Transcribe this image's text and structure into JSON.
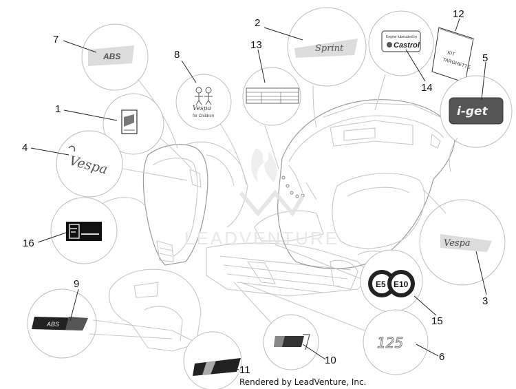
{
  "callouts": [
    {
      "id": "1",
      "label": "1"
    },
    {
      "id": "2",
      "label": "2"
    },
    {
      "id": "3",
      "label": "3"
    },
    {
      "id": "4",
      "label": "4"
    },
    {
      "id": "5",
      "label": "5"
    },
    {
      "id": "6",
      "label": "6"
    },
    {
      "id": "7",
      "label": "7"
    },
    {
      "id": "8",
      "label": "8"
    },
    {
      "id": "9",
      "label": "9"
    },
    {
      "id": "10",
      "label": "10"
    },
    {
      "id": "11",
      "label": "11"
    },
    {
      "id": "12",
      "label": "12"
    },
    {
      "id": "13",
      "label": "13"
    },
    {
      "id": "14",
      "label": "14"
    },
    {
      "id": "15",
      "label": "15"
    },
    {
      "id": "16",
      "label": "16"
    }
  ],
  "decals": {
    "abs_badge": "ABS",
    "sprint_badge": "Sprint",
    "castrol_top": "Engine lubricated by",
    "castrol_brand": "Castrol",
    "kit_line1": "KIT",
    "kit_line2": "TARGHETTE",
    "iget_badge": "i-get",
    "vespa_script": "Vespa",
    "children_line1": "Vespa",
    "children_line2": "for Children",
    "e5_label": "E5",
    "e10_label": "E10",
    "cc_badge": "125",
    "abs_stripe": "ABS"
  },
  "watermark": "LEADVENTURE",
  "credit": "Rendered by LeadVenture, Inc."
}
